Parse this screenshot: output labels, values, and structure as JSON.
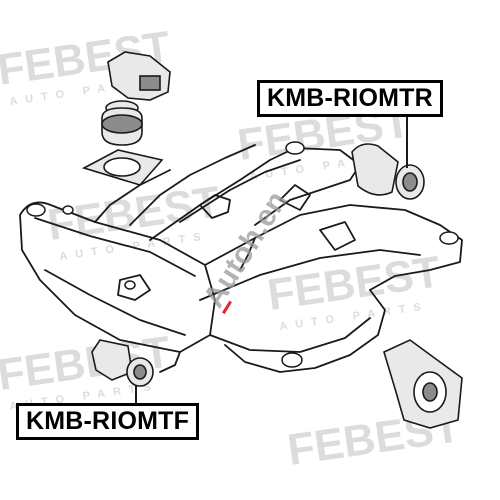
{
  "labels": {
    "part_top": "KMB-RIOMTR",
    "part_bottom": "KMB-RIOMTF"
  },
  "watermarks": {
    "brand": "FEBEST",
    "brand_sub": "AUTO PARTS",
    "site": "Autoh.en"
  },
  "colors": {
    "line": "#1a1a1a",
    "part_fill": "#e9e9e9",
    "part_dark": "#8c8c8c",
    "watermark": "#dcdcdc",
    "site_text": "#9a9a9a",
    "site_accent": "#e8232a"
  },
  "icons": {
    "top_mount": "engine-mount-icon",
    "rear_bushing": "bushing-icon",
    "front_bushing": "bushing-icon",
    "right_mount": "engine-mount-icon"
  }
}
